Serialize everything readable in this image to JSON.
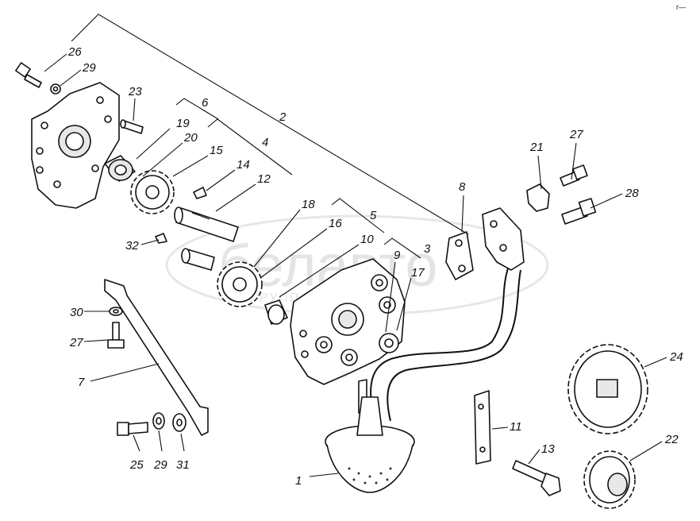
{
  "corner_mark": "г—",
  "watermark": {
    "brand": "белавто",
    "subtitle": "ГРУППА КОМПАНИЙ"
  },
  "callouts": [
    {
      "id": "c1",
      "label": "1"
    },
    {
      "id": "c2",
      "label": "2"
    },
    {
      "id": "c3",
      "label": "3"
    },
    {
      "id": "c4",
      "label": "4"
    },
    {
      "id": "c5",
      "label": "5"
    },
    {
      "id": "c6",
      "label": "6"
    },
    {
      "id": "c7",
      "label": "7"
    },
    {
      "id": "c8",
      "label": "8"
    },
    {
      "id": "c9",
      "label": "9"
    },
    {
      "id": "c10",
      "label": "10"
    },
    {
      "id": "c11",
      "label": "11"
    },
    {
      "id": "c12",
      "label": "12"
    },
    {
      "id": "c13",
      "label": "13"
    },
    {
      "id": "c14",
      "label": "14"
    },
    {
      "id": "c15",
      "label": "15"
    },
    {
      "id": "c16",
      "label": "16"
    },
    {
      "id": "c17",
      "label": "17"
    },
    {
      "id": "c18",
      "label": "18"
    },
    {
      "id": "c19",
      "label": "19"
    },
    {
      "id": "c20",
      "label": "20"
    },
    {
      "id": "c21",
      "label": "21"
    },
    {
      "id": "c22",
      "label": "22"
    },
    {
      "id": "c23",
      "label": "23"
    },
    {
      "id": "c24",
      "label": "24"
    },
    {
      "id": "c25",
      "label": "25"
    },
    {
      "id": "c26",
      "label": "26"
    },
    {
      "id": "c27a",
      "label": "27"
    },
    {
      "id": "c27b",
      "label": "27"
    },
    {
      "id": "c28",
      "label": "28"
    },
    {
      "id": "c29a",
      "label": "29"
    },
    {
      "id": "c29b",
      "label": "29"
    },
    {
      "id": "c30",
      "label": "30"
    },
    {
      "id": "c31",
      "label": "31"
    },
    {
      "id": "c32",
      "label": "32"
    }
  ]
}
